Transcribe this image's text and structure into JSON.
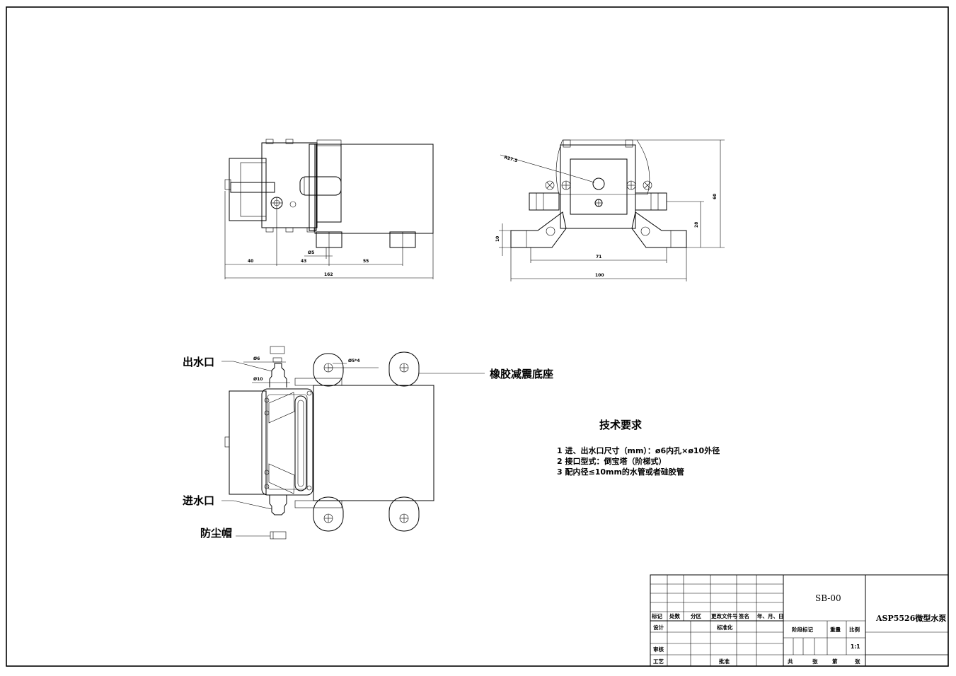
{
  "top_view": {
    "dim_40": "40",
    "dim_43": "43",
    "dim_55": "55",
    "dim_162": "162",
    "dim_phi5": "Ø5"
  },
  "side_view": {
    "radius": "R27.5",
    "dim_60": "60",
    "dim_28": "28",
    "dim_10": "10",
    "dim_71": "71",
    "dim_100": "100"
  },
  "bottom_view": {
    "outlet_label": "出水口",
    "inlet_label": "进水口",
    "dust_cap_label": "防尘帽",
    "rubber_base_label": "橡胶减震底座",
    "dim_phi6": "Ø6",
    "dim_phi10": "Ø10",
    "dim_phi5x4": "Ø5*4"
  },
  "tech_req": {
    "title": "技术要求",
    "items": [
      "1 进、出水口尺寸（mm）：ø6内孔×ø10外径",
      "2 接口型式：倒宝塔（阶梯式）",
      "3 配内径≤10mm的水管或者硅胶管"
    ]
  },
  "title_block": {
    "rev_headers": [
      "标记",
      "处数",
      "分区",
      "更改文件号",
      "签名",
      "年、月、日"
    ],
    "design": "设计",
    "standardize": "标准化",
    "review": "审核",
    "process": "工艺",
    "approve": "批准",
    "stage_mark": "阶段标记",
    "weight": "重量",
    "scale": "比例",
    "scale_value": "1:1",
    "total": "共",
    "sheet_unit": "张",
    "page": "第",
    "page_unit": "张",
    "drawing_no": "SB-00",
    "part_name": "ASP5526微型水泵"
  }
}
